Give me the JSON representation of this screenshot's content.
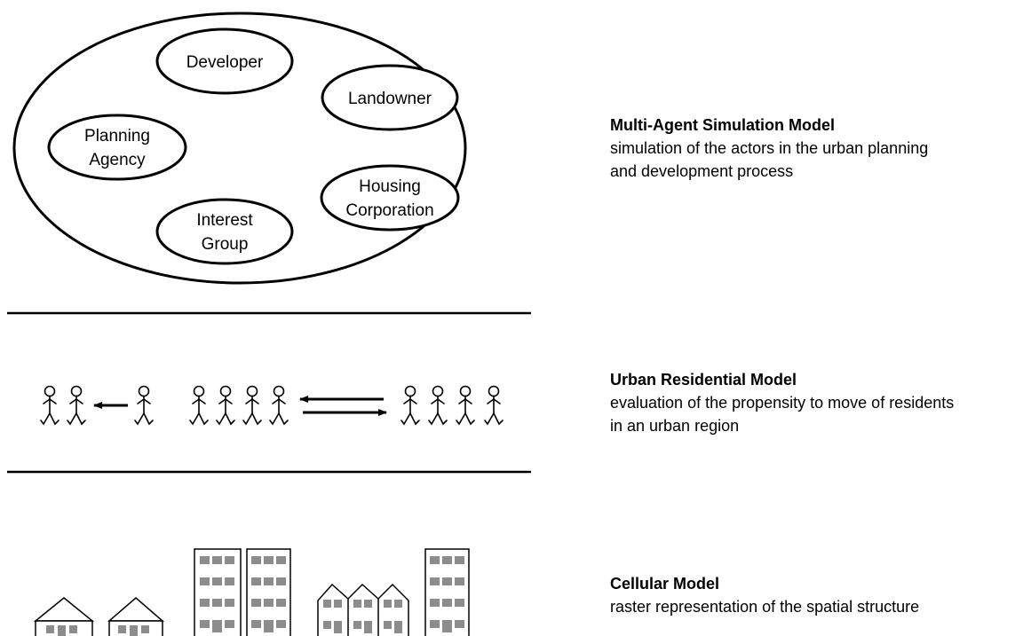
{
  "agent_model": {
    "actors": [
      {
        "line1": "Developer",
        "line2": ""
      },
      {
        "line1": "Landowner",
        "line2": ""
      },
      {
        "line1": "Planning",
        "line2": "Agency"
      },
      {
        "line1": "Housing",
        "line2": "Corporation"
      },
      {
        "line1": "Interest",
        "line2": "Group"
      }
    ],
    "title": "Multi-Agent Simulation Model",
    "description_line1": "simulation of the actors in the urban planning",
    "description_line2": "and development process"
  },
  "residential_model": {
    "title": "Urban Residential Model",
    "description_line1": "evaluation of the propensity to move of residents",
    "description_line2": "in an urban region"
  },
  "cellular_model": {
    "title": "Cellular Model",
    "description_line1": "raster representation of the spatial structure"
  }
}
